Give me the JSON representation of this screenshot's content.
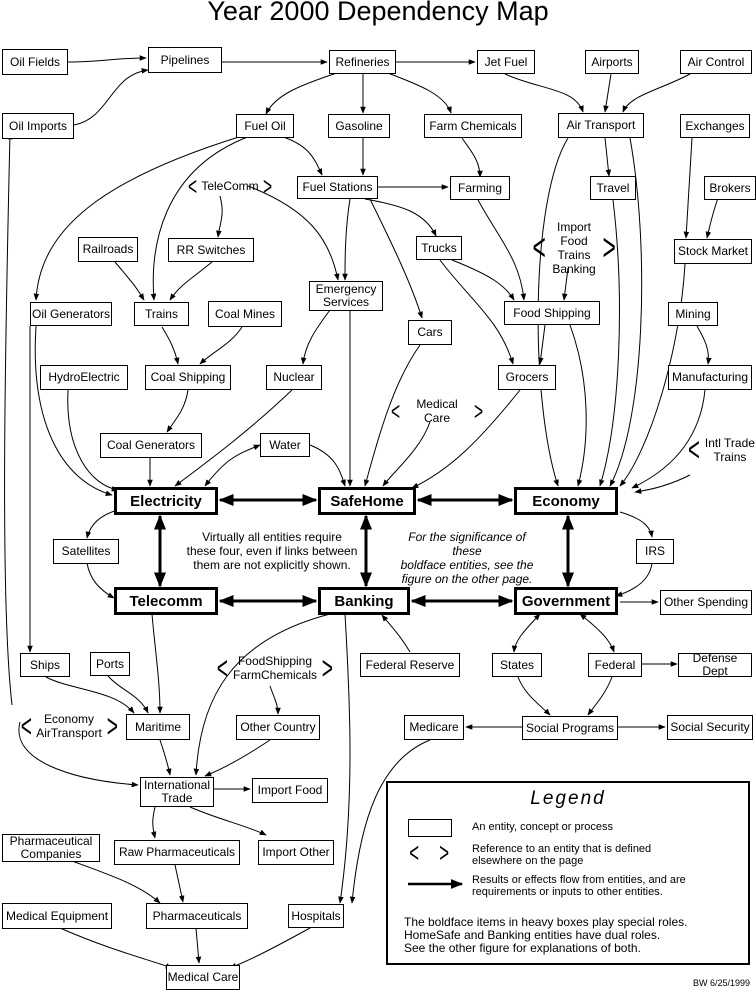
{
  "title": "Year 2000 Dependency Map",
  "nodes": {
    "oil_fields": "Oil Fields",
    "pipelines": "Pipelines",
    "refineries": "Refineries",
    "jet_fuel": "Jet Fuel",
    "airports": "Airports",
    "air_control": "Air Control",
    "oil_imports": "Oil Imports",
    "fuel_oil": "Fuel Oil",
    "gasoline": "Gasoline",
    "farm_chemicals": "Farm Chemicals",
    "air_transport": "Air Transport",
    "exchanges": "Exchanges",
    "fuel_stations": "Fuel Stations",
    "farming": "Farming",
    "travel": "Travel",
    "brokers": "Brokers",
    "railroads": "Railroads",
    "rr_switches": "RR Switches",
    "trucks": "Trucks",
    "stock_market": "Stock Market",
    "emergency_services": "Emergency\nServices",
    "oil_generators": "Oil Generators",
    "trains": "Trains",
    "coal_mines": "Coal Mines",
    "food_shipping": "Food Shipping",
    "mining": "Mining",
    "cars": "Cars",
    "hydroelectric": "HydroElectric",
    "coal_shipping": "Coal Shipping",
    "nuclear": "Nuclear",
    "grocers": "Grocers",
    "manufacturing": "Manufacturing",
    "coal_generators": "Coal Generators",
    "water": "Water",
    "electricity": "Electricity",
    "safehome": "SafeHome",
    "economy": "Economy",
    "satellites": "Satellites",
    "irs": "IRS",
    "telecomm": "Telecomm",
    "banking": "Banking",
    "government": "Government",
    "other_spending": "Other Spending",
    "ships": "Ships",
    "ports": "Ports",
    "federal_reserve": "Federal Reserve",
    "states": "States",
    "federal": "Federal",
    "defense_dept": "Defense Dept",
    "maritime": "Maritime",
    "other_country": "Other Country",
    "medicare": "Medicare",
    "social_programs": "Social Programs",
    "social_security": "Social Security",
    "international_trade": "International\nTrade",
    "import_food": "Import Food",
    "pharmaceutical_companies": "Pharmaceutical\nCompanies",
    "raw_pharmaceuticals": "Raw Pharmaceuticals",
    "import_other": "Import Other",
    "medical_equipment": "Medical Equipment",
    "pharmaceuticals": "Pharmaceuticals",
    "hospitals": "Hospitals",
    "medical_care": "Medical Care"
  },
  "references": {
    "telecomm_ref": "TeleComm",
    "import_food_ref": "Import Food\nTrains\nBanking",
    "medical_care_ref": "Medical Care",
    "intl_trade_ref": "Intl Trade\nTrains",
    "foodshipping_ref": "FoodShipping\nFarmChemicals",
    "economy_ref": "Economy\nAirTransport"
  },
  "notes": {
    "center_note": "Virtually all entities require\nthese four, even if links between\nthem are not explicitly shown.",
    "boldface_note": "For the significance of these\nboldface entities, see the\nfigure on the other page."
  },
  "legend": {
    "title": "Legend",
    "entity_text": "An entity, concept or process",
    "reference_text": "Reference to an entity that is defined\nelsewhere on the page",
    "arrow_text": "Results or effects flow from entities, and are\nrequirements or inputs to other entities.",
    "footer": "The boldface items in heavy boxes play special roles.\nHomeSafe and Banking entities have dual roles.\nSee the other figure for explanations of both."
  },
  "credit": "BW 6/25/1999"
}
